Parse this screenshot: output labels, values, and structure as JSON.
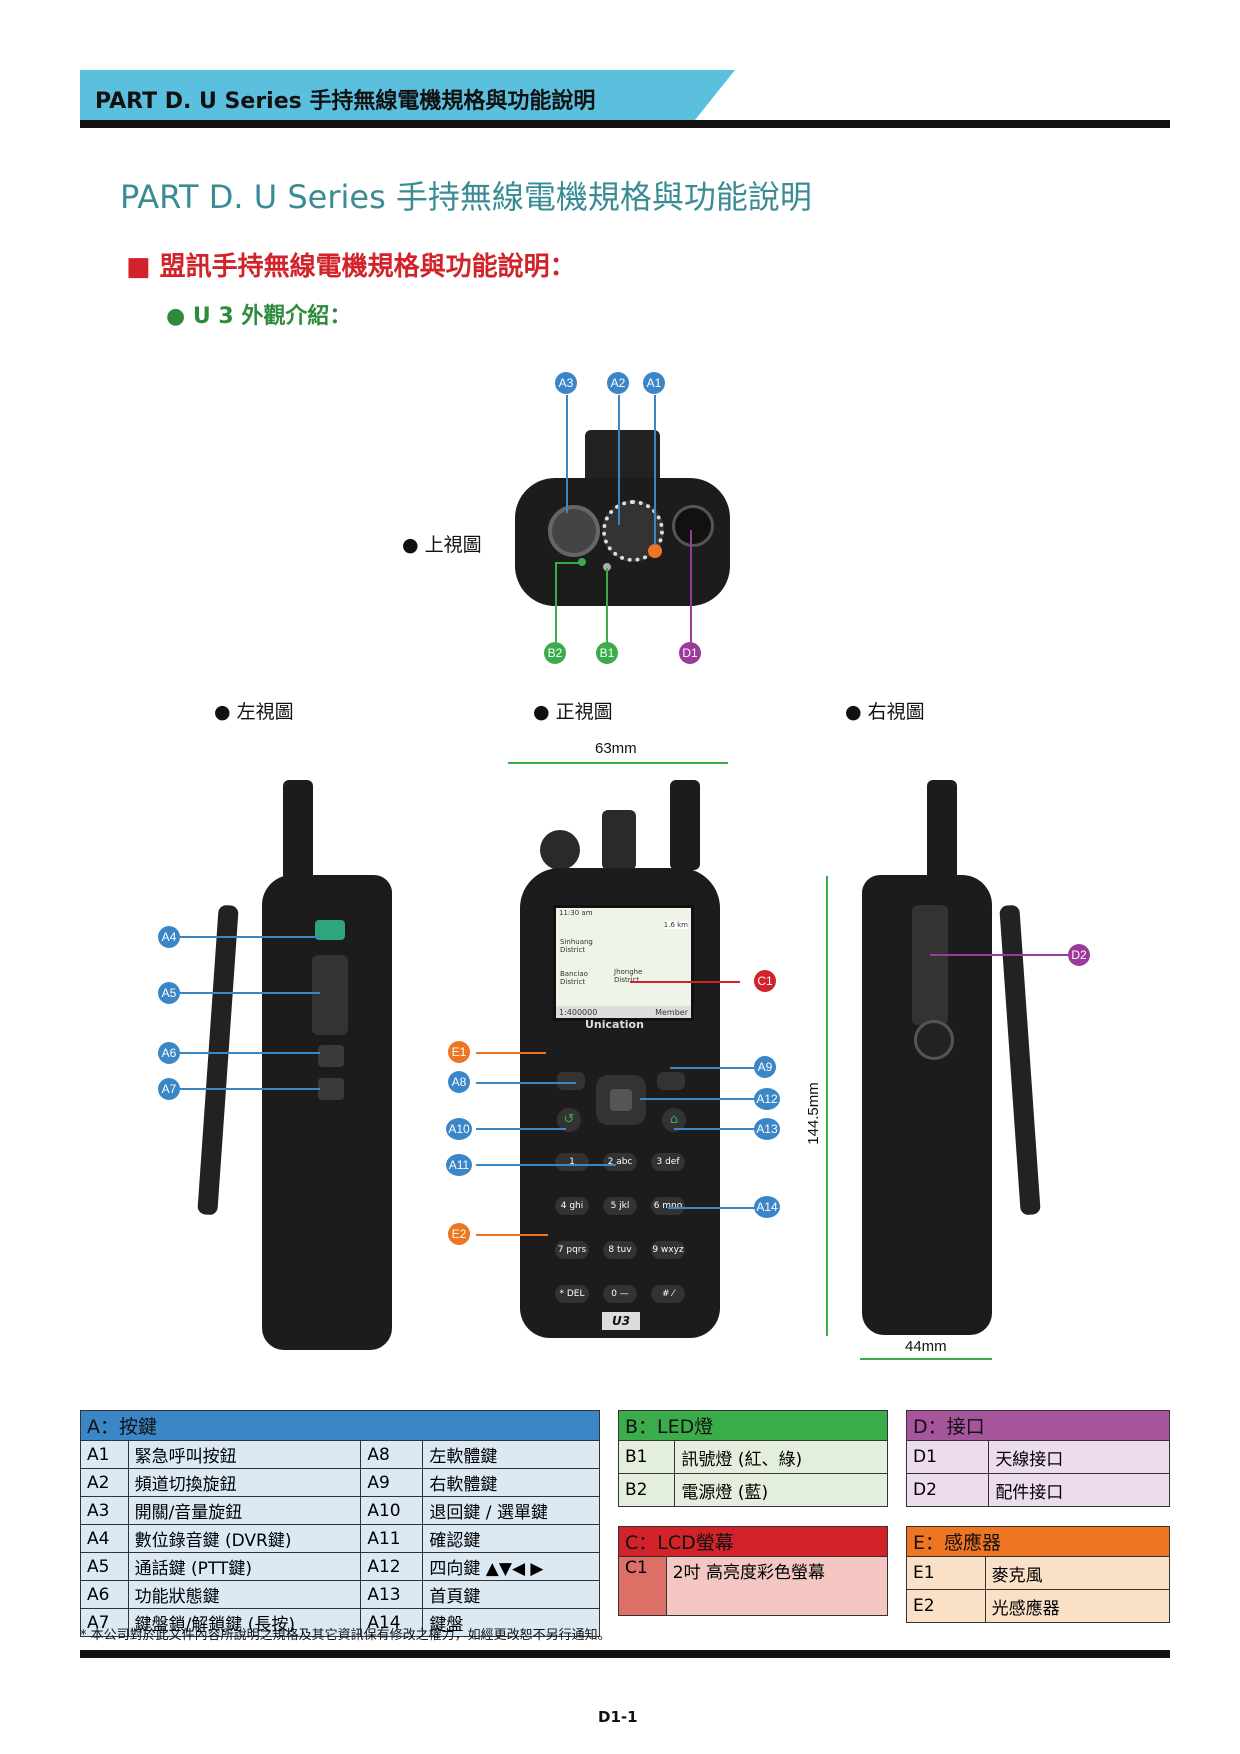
{
  "header": {
    "band_text": "PART D. U Series 手持無線電機規格與功能說明"
  },
  "page_title": "PART D. U Series 手持無線電機規格與功能說明",
  "section_title": "■ 盟訊手持無線電機規格與功能說明：",
  "sub_title": "● U 3 外觀介紹：",
  "views": {
    "top": "● 上視圖",
    "left": "● 左視圖",
    "front": "● 正視圖",
    "right": "● 右視圖"
  },
  "dimensions": {
    "width": "63mm",
    "height": "144.5mm",
    "depth": "44mm"
  },
  "screen": {
    "time": "11:30 am",
    "scale_badge": "1.6 km",
    "place1": "Sinhuang District",
    "place2": "Banciao District",
    "place3": "Jhonghe District",
    "scale": "1:400000",
    "member": "Member",
    "brand": "Unication"
  },
  "model_badge": "U3",
  "keypad": [
    "1",
    "2 abc",
    "3 def",
    "4 ghi",
    "5 jkl",
    "6 mno",
    "7 pqrs",
    "8 tuv",
    "9 wxyz",
    "* DEL",
    "0 —",
    "# ⁄"
  ],
  "callouts": {
    "a1": "A1",
    "a2": "A2",
    "a3": "A3",
    "a4": "A4",
    "a5": "A5",
    "a6": "A6",
    "a7": "A7",
    "a8": "A8",
    "a9": "A9",
    "a10": "A10",
    "a11": "A11",
    "a12": "A12",
    "a13": "A13",
    "a14": "A14",
    "b1": "B1",
    "b2": "B2",
    "c1": "C1",
    "d1": "D1",
    "d2": "D2",
    "e1": "E1",
    "e2": "E2"
  },
  "colors": {
    "blue": "#3a86c6",
    "green": "#3aac4a",
    "red": "#d2232a",
    "purple": "#9b3a9b",
    "orange": "#ee7522",
    "teal": "#3a8c94"
  },
  "table_a": {
    "title": "A：按鍵",
    "rows": [
      [
        "A1",
        "緊急呼叫按鈕",
        "A8",
        "左軟體鍵"
      ],
      [
        "A2",
        "頻道切換旋鈕",
        "A9",
        "右軟體鍵"
      ],
      [
        "A3",
        "開關/音量旋鈕",
        "A10",
        "退回鍵 / 選單鍵"
      ],
      [
        "A4",
        "數位錄音鍵 (DVR鍵)",
        "A11",
        "確認鍵"
      ],
      [
        "A5",
        "通話鍵 (PTT鍵)",
        "A12",
        "四向鍵 ▲▼◀ ▶"
      ],
      [
        "A6",
        "功能狀態鍵",
        "A13",
        "首頁鍵"
      ],
      [
        "A7",
        "鍵盤鎖/解鎖鍵 (長按)",
        "A14",
        "鍵盤"
      ]
    ]
  },
  "table_b": {
    "title": "B：LED燈",
    "rows": [
      [
        "B1",
        "訊號燈 (紅、綠)"
      ],
      [
        "B2",
        "電源燈 (藍)"
      ]
    ]
  },
  "table_c": {
    "title": "C：LCD螢幕",
    "rows": [
      [
        "C1",
        "2吋 高亮度彩色螢幕"
      ]
    ]
  },
  "table_d": {
    "title": "D：接口",
    "rows": [
      [
        "D1",
        "天線接口"
      ],
      [
        "D2",
        "配件接口"
      ]
    ]
  },
  "table_e": {
    "title": "E：感應器",
    "rows": [
      [
        "E1",
        "麥克風"
      ],
      [
        "E2",
        "光感應器"
      ]
    ]
  },
  "footnote": "* 本公司對於此文件內容所說明之規格及其它資訊保有修改之權力，如經更改恕不另行通知。",
  "page_number": "D1-1"
}
